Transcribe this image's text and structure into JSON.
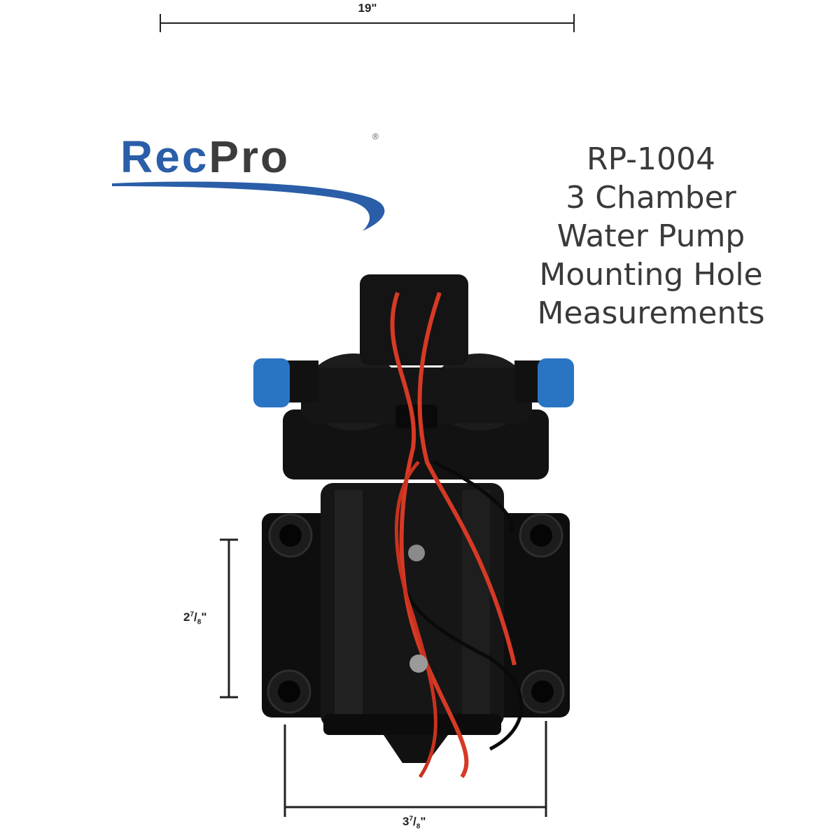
{
  "brand": {
    "name_first": "Rec",
    "name_second": "Pro",
    "registered_mark": "®",
    "color_primary": "#2b5ea8",
    "color_secondary": "#3c3c3c"
  },
  "product": {
    "lines": [
      "RP-1004",
      "3 Chamber",
      "Water Pump",
      "Mounting Hole",
      "Measurements"
    ]
  },
  "dimensions": {
    "top_width": "19\"",
    "vertical": {
      "whole": "2",
      "num": "7",
      "den": "8",
      "unit": "\""
    },
    "horizontal": {
      "whole": "3",
      "num": "7",
      "den": "8",
      "unit": "\""
    }
  },
  "colors": {
    "pump_body": "#111111",
    "fitting_blue": "#2a74c4",
    "wire_red": "#d63a25",
    "wire_black": "#0a0a0a"
  }
}
